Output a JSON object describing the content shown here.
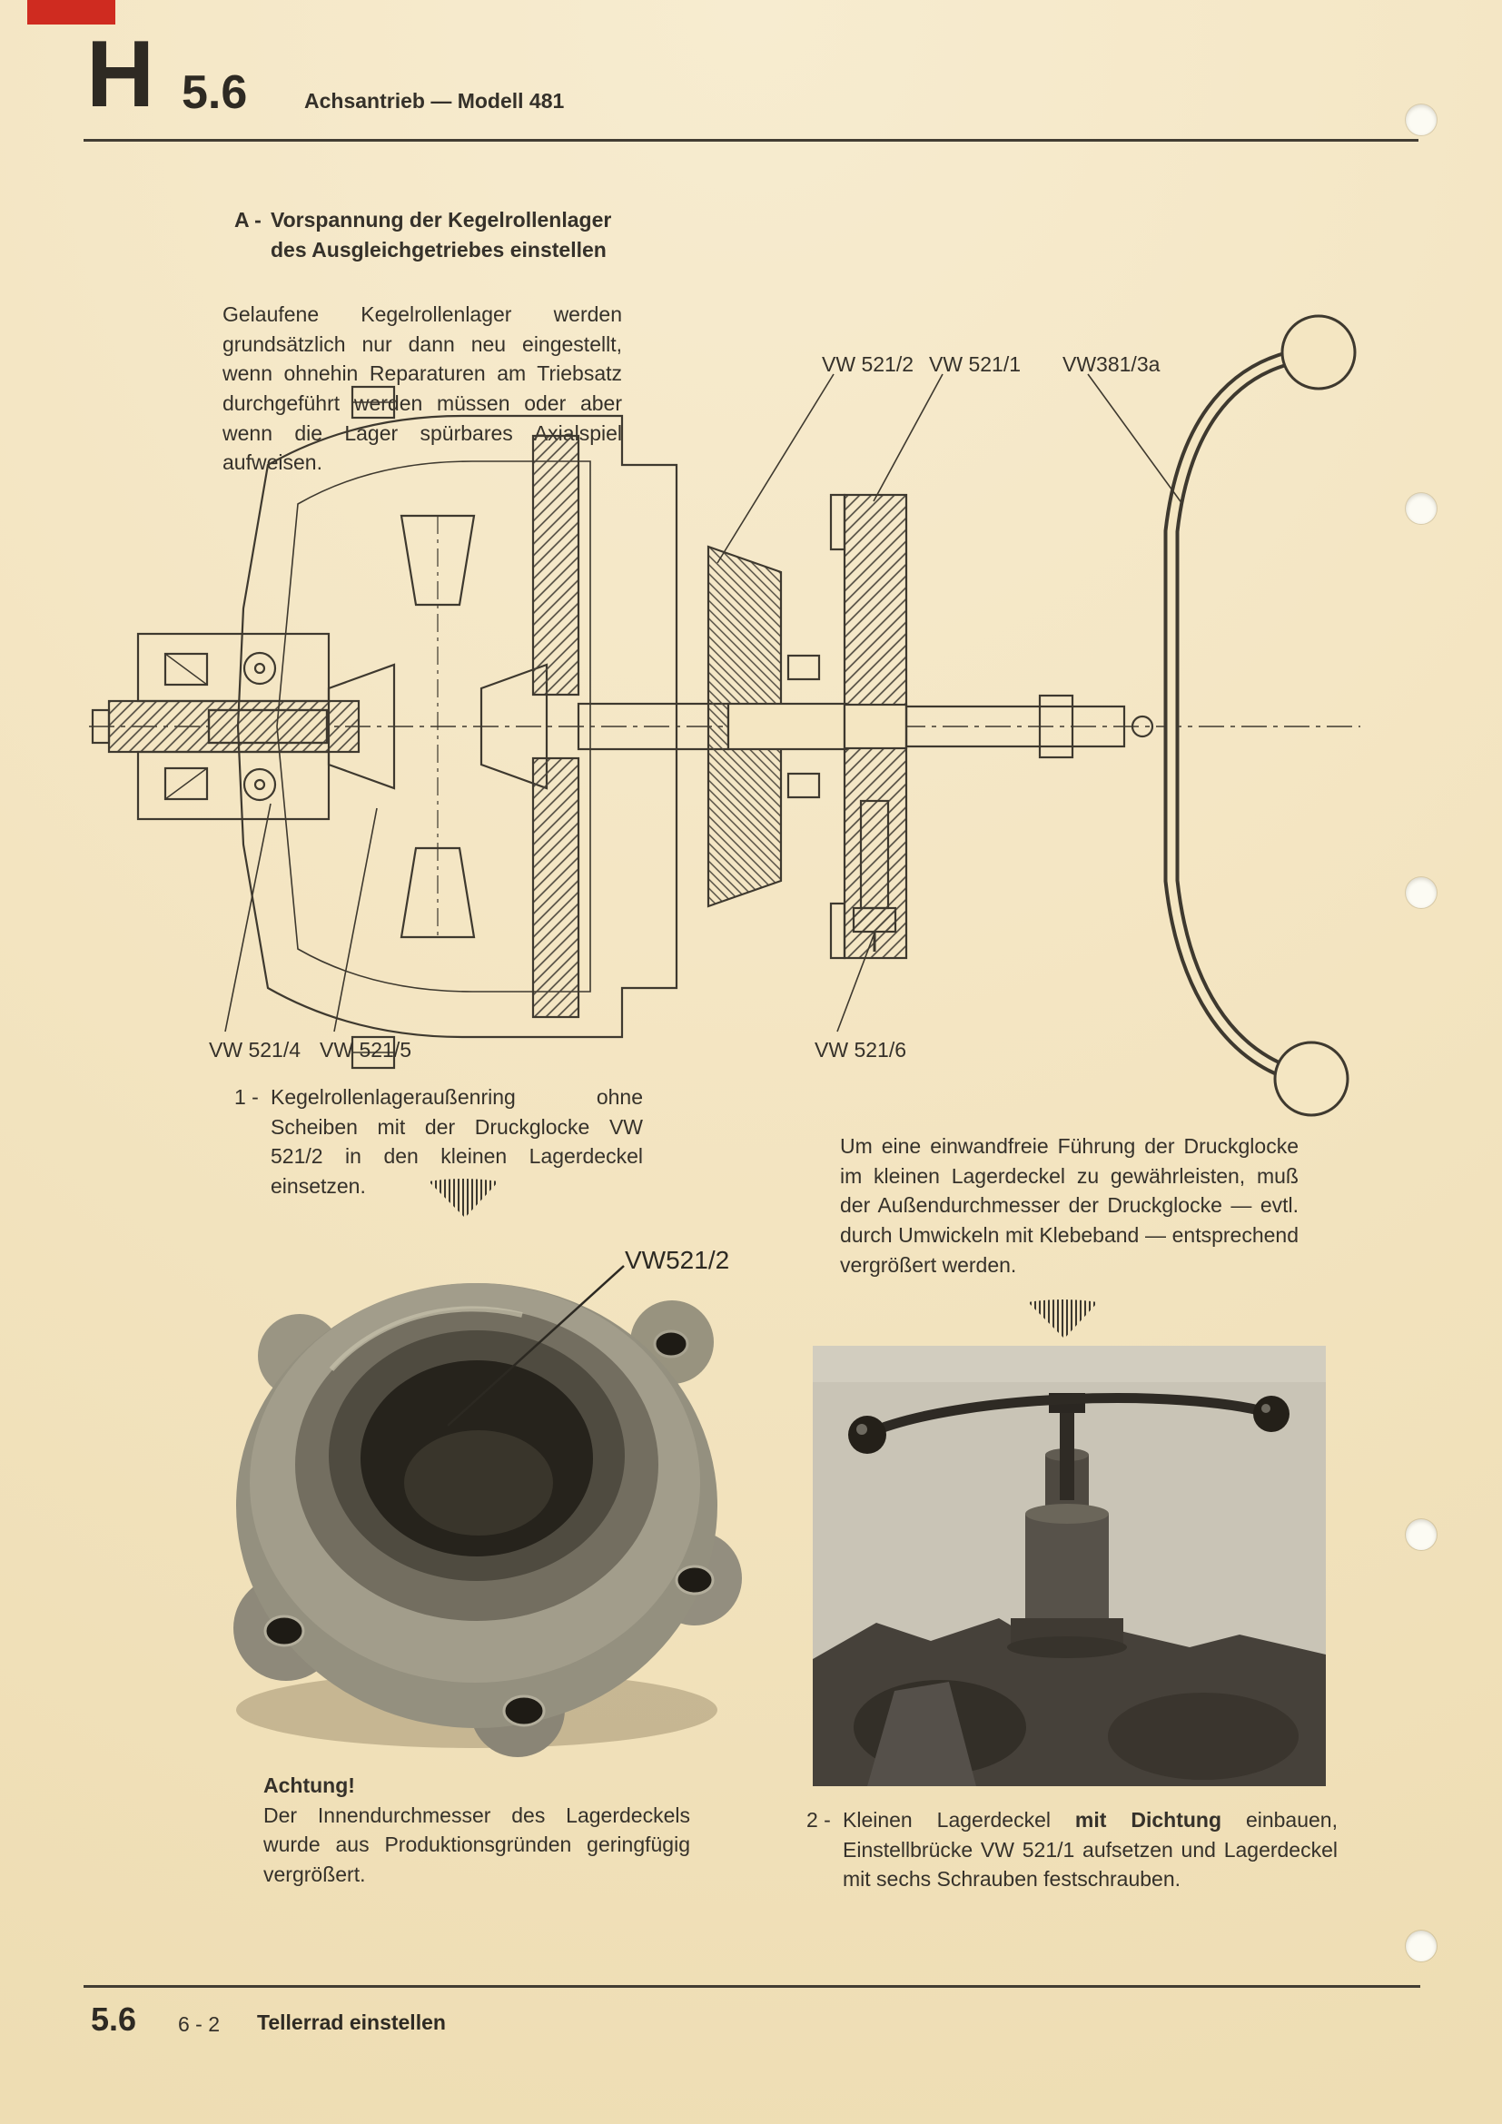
{
  "colors": {
    "paper": "#f3e4c0",
    "tab_red": "#cf2b20"
  },
  "header": {
    "letter": "H",
    "number": "5.6",
    "subtitle": "Achsantrieb — Modell 481"
  },
  "section": {
    "label": "A -",
    "title": "Vorspannung der Kegelrollenlager des Ausgleichgetriebes einstellen"
  },
  "intro": {
    "text": "Gelaufene Kegelrollenlager werden grundsätzlich nur dann neu eingestellt, wenn ohnehin Reparaturen am Triebsatz durchgeführt werden müssen oder aber wenn die Lager spürbares Axialspiel aufweisen."
  },
  "diagram": {
    "top_labels": [
      "VW 521/2",
      "VW 521/1",
      "VW381/3a"
    ],
    "bottom_labels": [
      "VW 521/4",
      "VW 521/5",
      "VW 521/6"
    ]
  },
  "step1": {
    "num": "1 -",
    "text": "Kegelrollenlageraußenring ohne Scheiben mit der Druckglocke VW 521/2 in den kleinen Lagerdeckel einsetzen."
  },
  "photo1": {
    "label": "VW521/2"
  },
  "right_para": {
    "text": "Um eine einwandfreie Führung der Druckglocke im kleinen Lagerdeckel zu gewährleisten, muß der Außendurchmesser der Druckglocke — evtl. durch Umwickeln mit Klebeband — entsprechend vergrößert werden."
  },
  "caution": {
    "title": "Achtung!",
    "body": "Der Innendurchmesser des Lagerdeckels wurde aus Produktionsgründen geringfügig vergrößert."
  },
  "step2": {
    "num": "2 -",
    "pre": "Kleinen Lagerdeckel ",
    "bold": "mit Dichtung",
    "post": " einbauen, Einstellbrücke VW 521/1 aufsetzen und Lagerdeckel mit sechs Schrauben festschrauben."
  },
  "footer": {
    "chapter": "5.6",
    "page": "6 - 2",
    "title": "Tellerrad einstellen"
  }
}
